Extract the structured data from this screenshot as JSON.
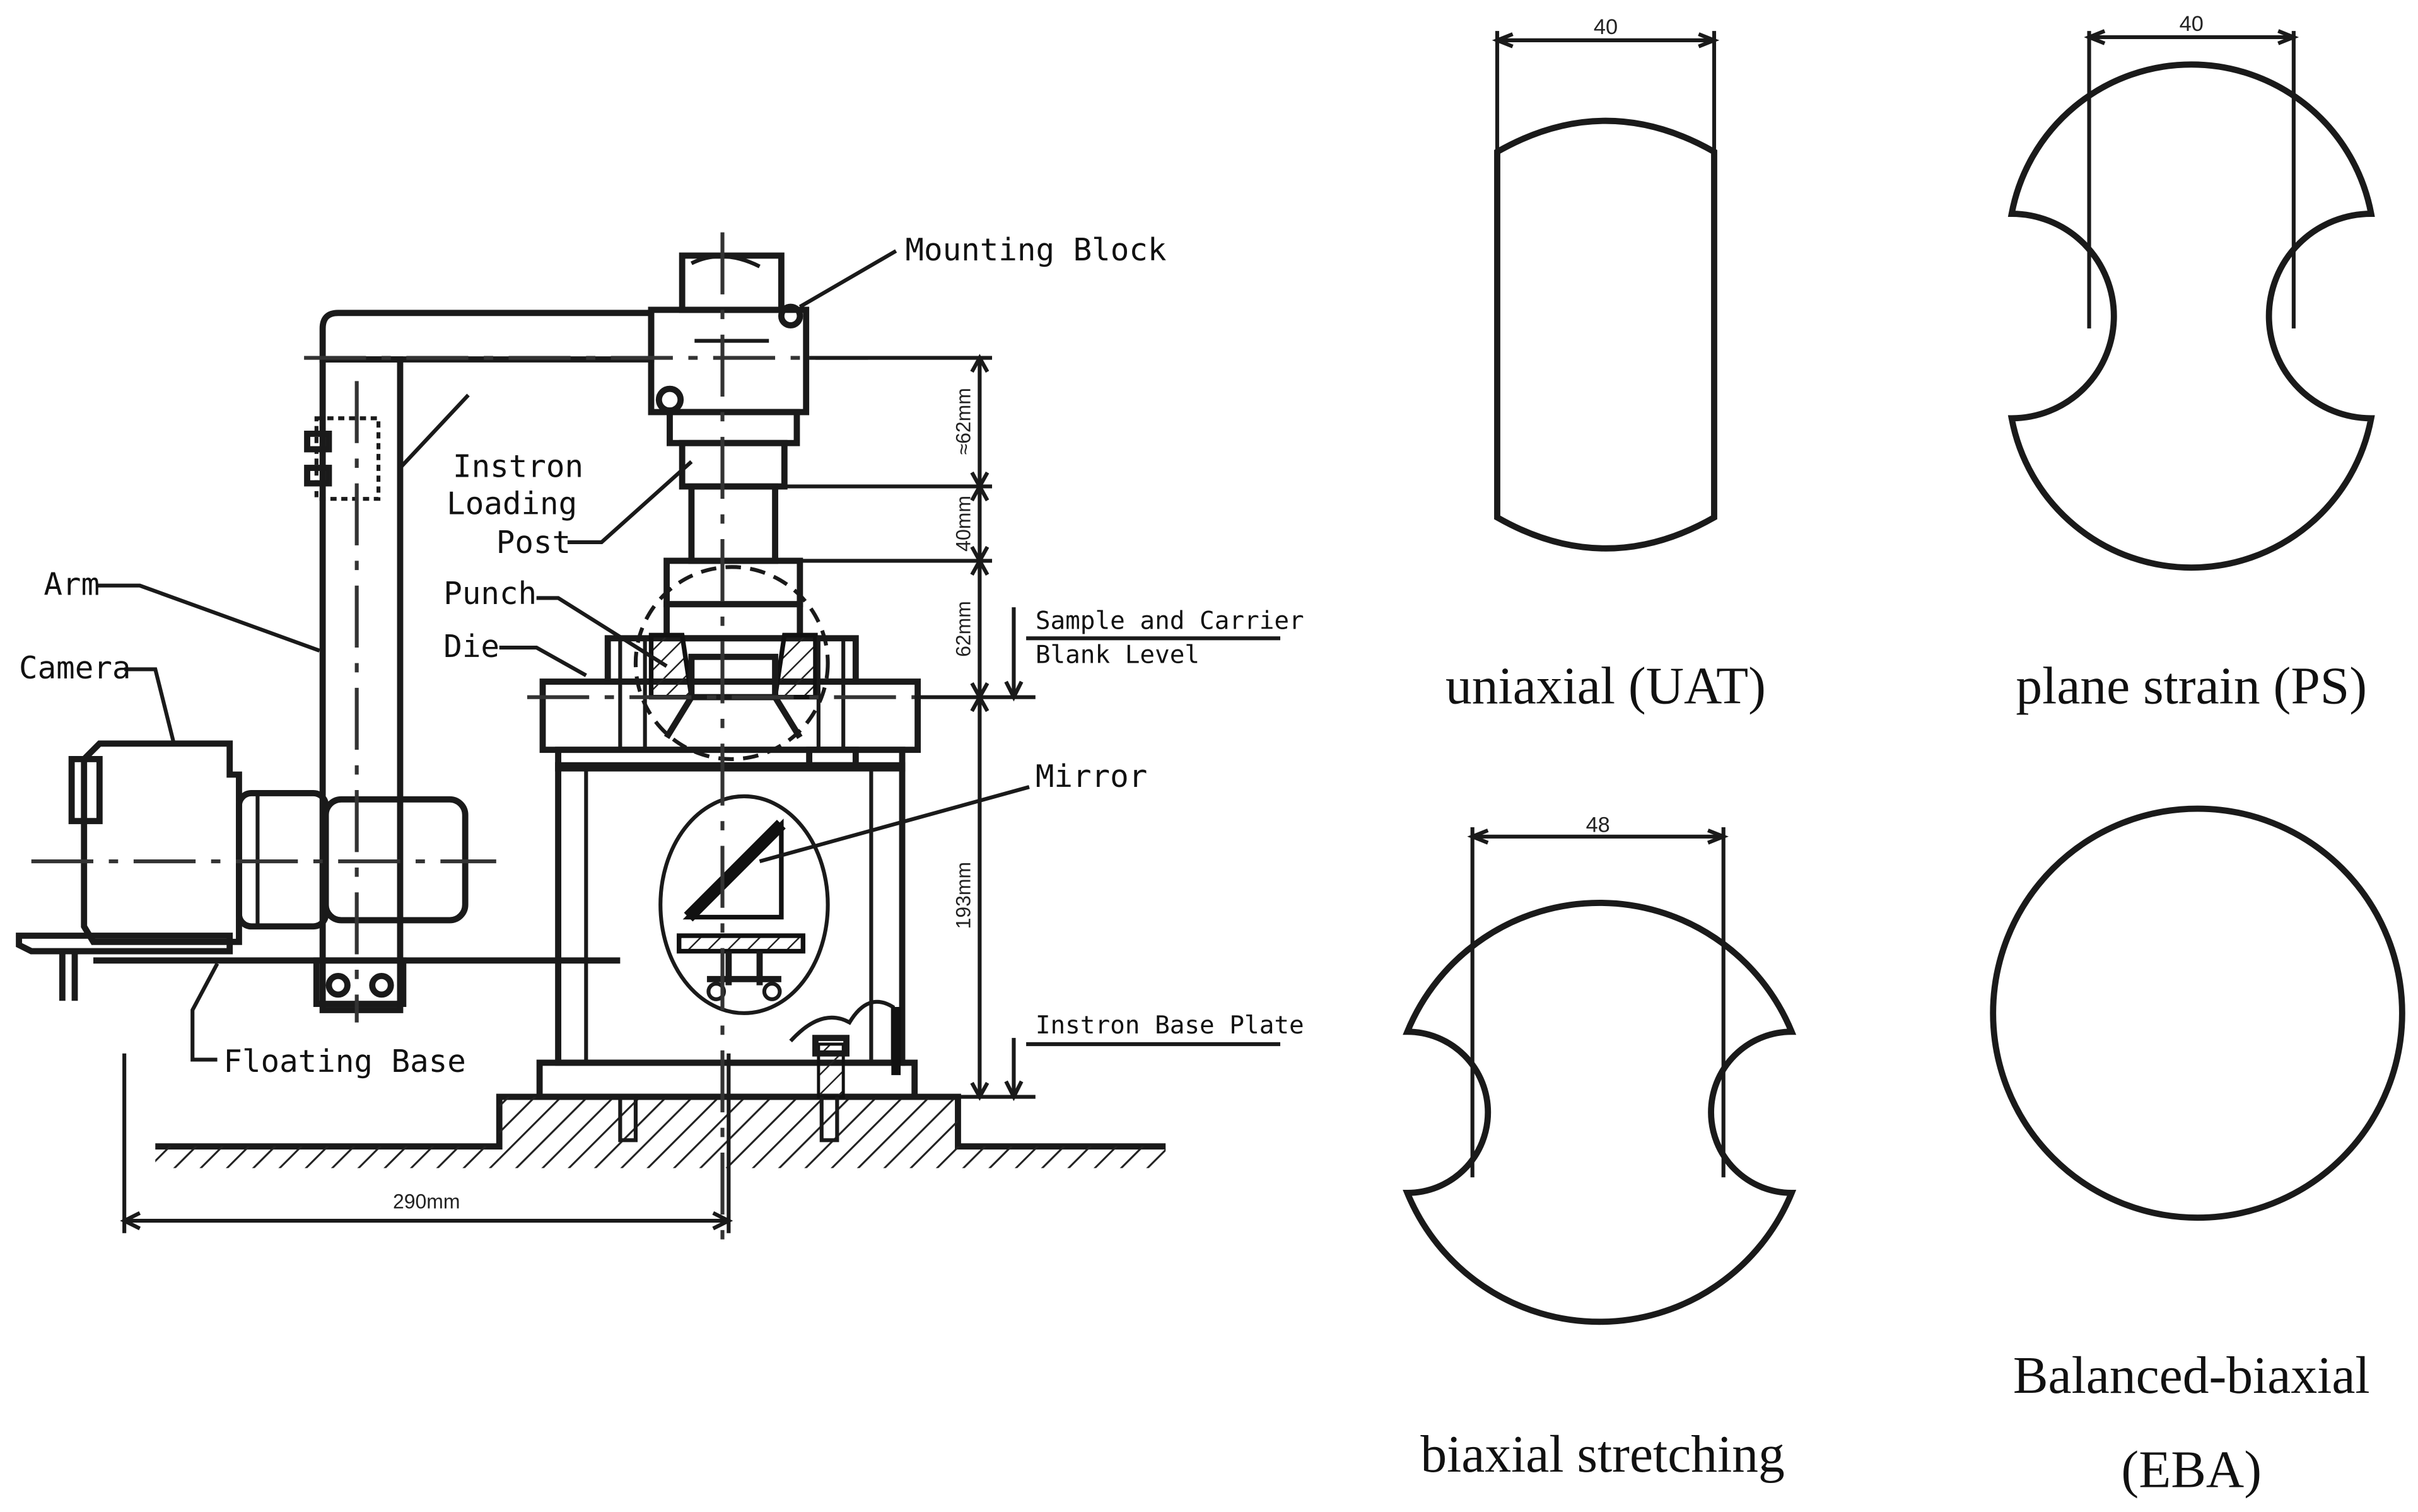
{
  "apparatus": {
    "labels": {
      "mounting_block": "Mounting Block",
      "instron": "Instron",
      "loading": "Loading",
      "post": "Post",
      "arm": "Arm",
      "camera": "Camera",
      "punch": "Punch",
      "die": "Die",
      "sample_carrier": "Sample and Carrier",
      "blank_level": "Blank Level",
      "mirror": "Mirror",
      "instron_base_plate": "Instron Base Plate",
      "floating_base": "Floating Base"
    },
    "dimensions": {
      "d62_top": "≈62mm",
      "d40": "40mm",
      "d62": "62mm",
      "d193": "193mm",
      "d290": "290mm"
    }
  },
  "specimens": [
    {
      "id": "uat",
      "caption": "uniaxial (UAT)",
      "dimension": "40"
    },
    {
      "id": "ps",
      "caption": "plane strain (PS)",
      "dimension": "40"
    },
    {
      "id": "bs",
      "caption": "biaxial stretching",
      "dimension": "48"
    },
    {
      "id": "eba",
      "caption_line1": "Balanced-biaxial",
      "caption_line2": "(EBA)"
    }
  ]
}
